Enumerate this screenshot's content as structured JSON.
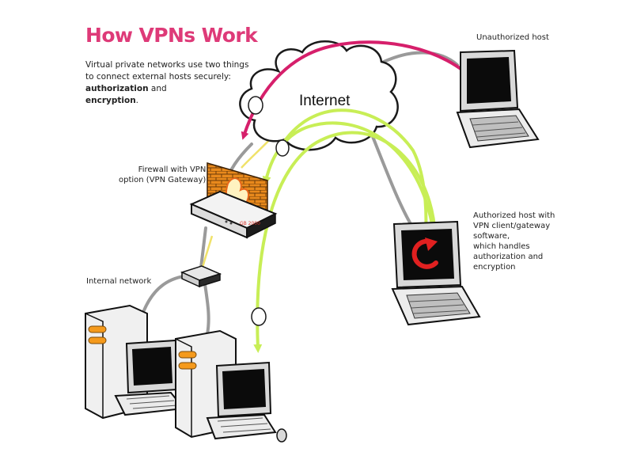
{
  "title": "How VPNs Work",
  "intro": {
    "line1": "Virtual private networks use two things",
    "line2": "to connect external hosts securely:",
    "bold1": "authorization",
    "tail1": " and",
    "bold2": "encryption",
    "tail2": "."
  },
  "labels": {
    "internet": "Internet",
    "unauthorized_host": "Unauthorized host",
    "firewall": [
      "Firewall with VPN",
      "option (VPN Gateway)"
    ],
    "internal_network": "Internal network",
    "authorized_host": [
      "Authorized host with",
      "VPN client/gateway",
      "software,",
      "which handles",
      "authorization and",
      "encryption"
    ],
    "firewall_brand": "GB 2000"
  },
  "colors": {
    "title": "#de3a78",
    "denied_arrow": "#d61f6b",
    "tunnel_arrow": "#c8ee56",
    "cable": "#9a9a9a",
    "device_orange": "#f59a1c",
    "vpn_logo": "#e02020"
  }
}
